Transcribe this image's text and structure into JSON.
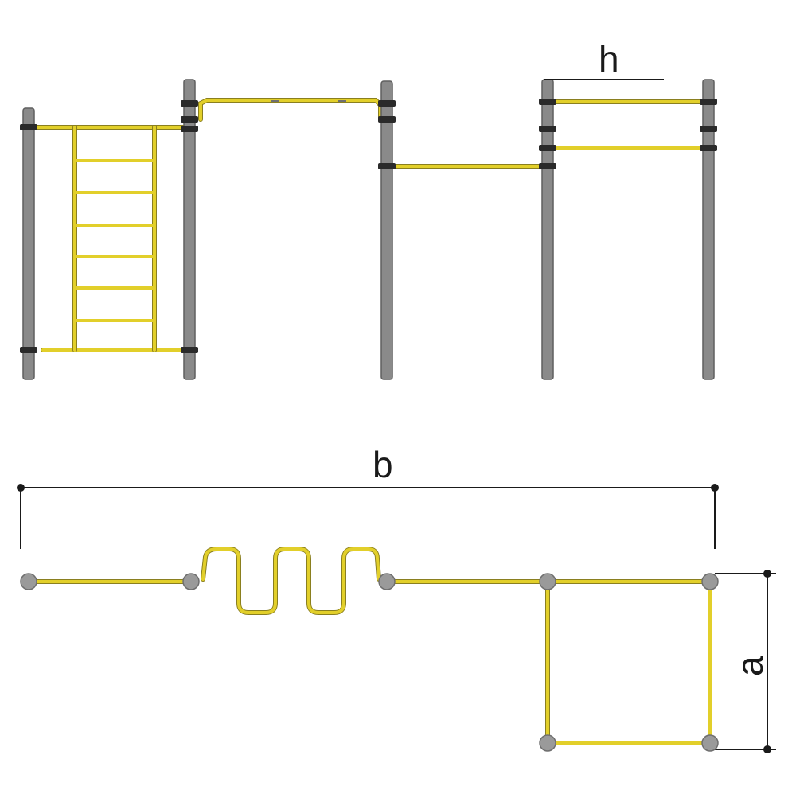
{
  "dimensions": {
    "height_label": "h",
    "length_label": "b",
    "depth_label": "a"
  },
  "colors": {
    "bar": "#e2cf2a",
    "pole": "#8a8a8a",
    "clamp": "#2a2a2a",
    "dimension_line": "#1a1a1a"
  }
}
